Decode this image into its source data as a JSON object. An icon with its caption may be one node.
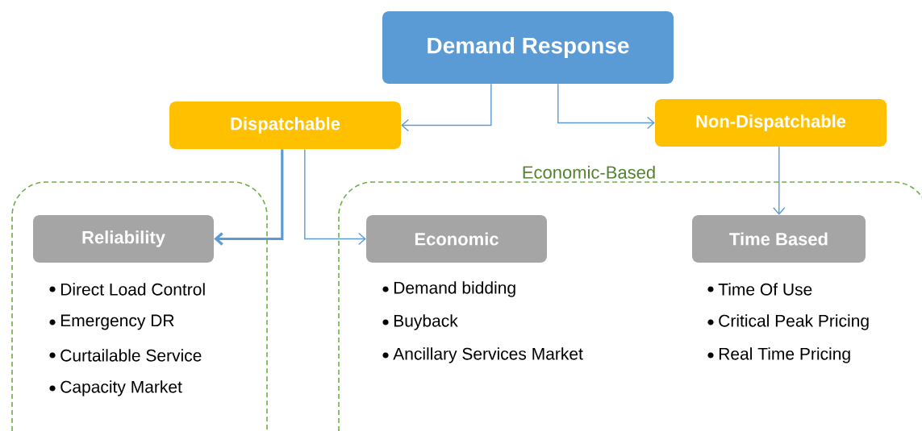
{
  "diagram": {
    "nodes": [
      {
        "text": [
          "Demand Response"
        ]
      },
      {
        "text": [
          "Dispatchable"
        ]
      },
      {
        "text": [
          "Non-Dispatchable"
        ]
      },
      {
        "text": [],
        "shape": "box"
      },
      {
        "text": [
          "Economic-Based"
        ]
      },
      {
        "text": [
          "Reliability"
        ],
        "in": 3
      },
      {
        "text": [
          "Economic"
        ],
        "in": 4
      },
      {
        "text": [
          "Time Based"
        ],
        "in": 4
      }
    ],
    "labels": [
      "Direct Load Control",
      "Emergency DR",
      "Curtailable Service",
      "Capacity Market",
      "Demand bidding",
      "Buyback",
      "Ancillary Services Market",
      "Time Of Use",
      "Critical Peak Pricing",
      "Real Time Pricing"
    ],
    "edges": [
      {
        "from": 0,
        "to": 1,
        "arrow": "to"
      },
      {
        "from": 0,
        "to": 2,
        "arrow": "to"
      },
      {
        "from": 1,
        "to": 5,
        "arrow": "to",
        "style": "thick"
      },
      {
        "from": 1,
        "to": 6,
        "arrow": "to"
      },
      {
        "from": 2,
        "to": 7,
        "arrow": "to"
      }
    ]
  }
}
